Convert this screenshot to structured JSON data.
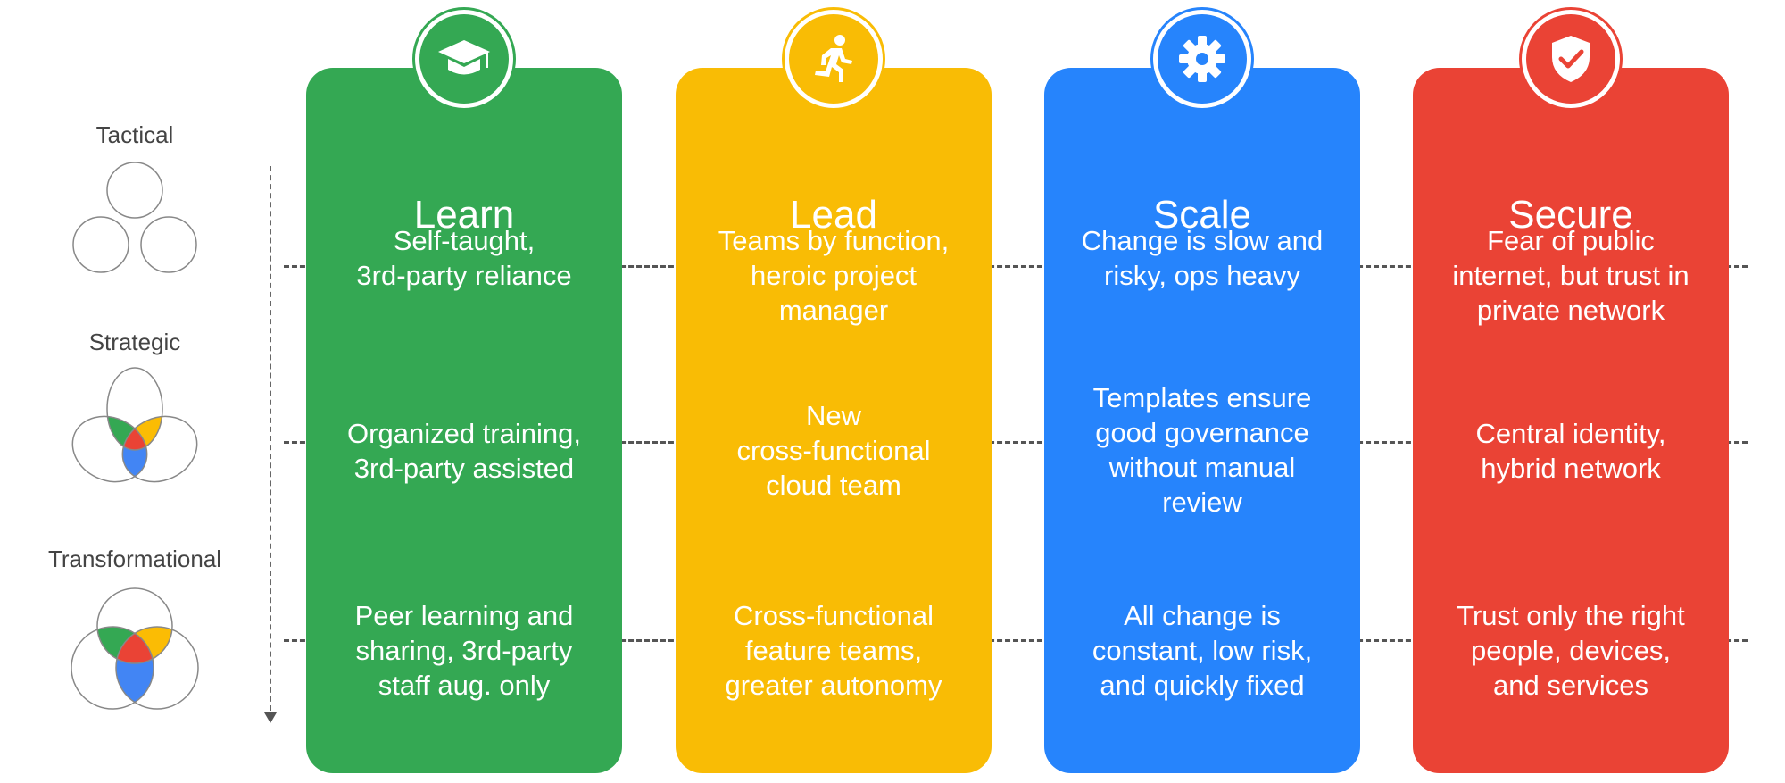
{
  "colors": {
    "learn": "#34a853",
    "lead": "#f9bc05",
    "scale": "#2684fc",
    "secure": "#ea4335",
    "venn_red": "#ea4335",
    "venn_green": "#34a853",
    "venn_yellow": "#fbbc04",
    "venn_blue": "#4285f4"
  },
  "levels": [
    {
      "label": "Tactical"
    },
    {
      "label": "Strategic"
    },
    {
      "label": "Transformational"
    }
  ],
  "columns": [
    {
      "title": "Learn",
      "icon": "graduation-cap-icon",
      "cells": [
        [
          "Self-taught,",
          "3rd-party reliance"
        ],
        [
          "Organized training,",
          "3rd-party assisted"
        ],
        [
          "Peer learning and",
          "sharing, 3rd-party",
          "staff aug. only"
        ]
      ]
    },
    {
      "title": "Lead",
      "icon": "running-person-icon",
      "cells": [
        [
          "Teams by function,",
          "heroic project",
          "manager"
        ],
        [
          "New",
          "cross-functional",
          "cloud team"
        ],
        [
          "Cross-functional",
          "feature teams,",
          "greater autonomy"
        ]
      ]
    },
    {
      "title": "Scale",
      "icon": "gear-icon",
      "cells": [
        [
          "Change is slow and",
          "risky, ops heavy"
        ],
        [
          "Templates ensure",
          "good governance",
          "without manual",
          "review"
        ],
        [
          "All change is",
          "constant, low risk,",
          "and quickly fixed"
        ]
      ]
    },
    {
      "title": "Secure",
      "icon": "shield-check-icon",
      "cells": [
        [
          "Fear of public",
          "internet, but trust in",
          "private network"
        ],
        [
          "Central identity,",
          "hybrid network"
        ],
        [
          "Trust only the right",
          "people, devices,",
          "and services"
        ]
      ]
    }
  ]
}
